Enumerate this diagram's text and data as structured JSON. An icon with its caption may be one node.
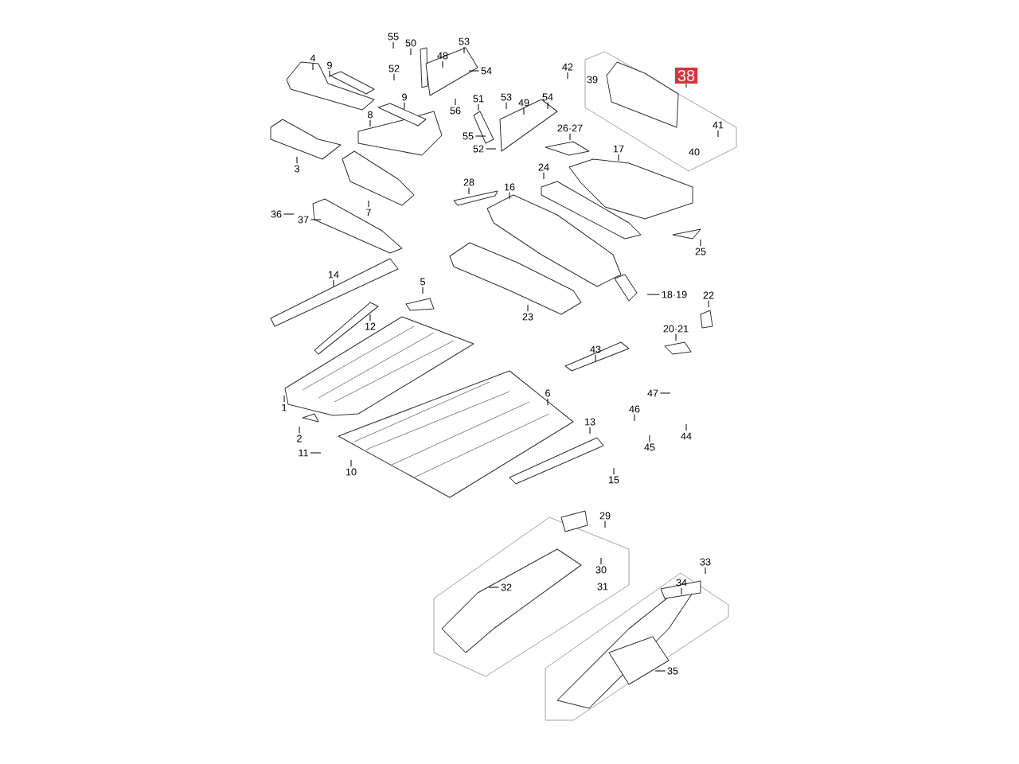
{
  "diagram": {
    "nodes": [
      {
        "text": [
          "55"
        ]
      },
      {
        "text": [
          "50"
        ]
      },
      {
        "text": [
          "53"
        ]
      },
      {
        "text": [
          "48"
        ]
      },
      {
        "text": [
          "4"
        ]
      },
      {
        "text": [
          "9"
        ]
      },
      {
        "text": [
          "42"
        ]
      },
      {
        "text": [
          "52"
        ]
      },
      {
        "text": [
          "54"
        ]
      },
      {
        "text": [
          "38"
        ]
      },
      {
        "text": [
          "9"
        ]
      },
      {
        "text": [
          "51"
        ]
      },
      {
        "text": [
          "53"
        ]
      },
      {
        "text": [
          "49"
        ]
      },
      {
        "text": [
          "54"
        ]
      },
      {
        "text": [
          "56"
        ]
      },
      {
        "text": [
          "8"
        ]
      },
      {
        "text": [
          "41"
        ]
      },
      {
        "text": [
          "26·27"
        ]
      },
      {
        "text": [
          "55"
        ]
      },
      {
        "text": [
          "52"
        ]
      },
      {
        "text": [
          "17"
        ]
      },
      {
        "text": [
          "3"
        ]
      },
      {
        "text": [
          "24"
        ]
      },
      {
        "text": [
          "28"
        ]
      },
      {
        "text": [
          "16"
        ]
      },
      {
        "text": [
          "7"
        ]
      },
      {
        "text": [
          "36"
        ]
      },
      {
        "text": [
          "37"
        ]
      },
      {
        "text": [
          "25"
        ]
      },
      {
        "text": [
          "14"
        ]
      },
      {
        "text": [
          "5"
        ]
      },
      {
        "text": [
          "18·19"
        ]
      },
      {
        "text": [
          "22"
        ]
      },
      {
        "text": [
          "23"
        ]
      },
      {
        "text": [
          "12"
        ]
      },
      {
        "text": [
          "20·21"
        ]
      },
      {
        "text": [
          "43"
        ]
      },
      {
        "text": [
          "47"
        ]
      },
      {
        "text": [
          "6"
        ]
      },
      {
        "text": [
          "1"
        ]
      },
      {
        "text": [
          "46"
        ]
      },
      {
        "text": [
          "13"
        ]
      },
      {
        "text": [
          "44"
        ]
      },
      {
        "text": [
          "2"
        ]
      },
      {
        "text": [
          "45"
        ]
      },
      {
        "text": [
          "11"
        ]
      },
      {
        "text": [
          "10"
        ]
      },
      {
        "text": [
          "15"
        ]
      },
      {
        "text": [
          "29"
        ]
      },
      {
        "text": [
          "33"
        ]
      },
      {
        "text": [
          "30"
        ]
      },
      {
        "text": [
          "34"
        ]
      },
      {
        "text": [
          "32"
        ]
      },
      {
        "text": [
          "35"
        ]
      }
    ],
    "edges": [
      {
        "from": 0,
        "to": null,
        "arrow": "none"
      },
      {
        "from": 1,
        "to": null,
        "arrow": "none"
      },
      {
        "from": 2,
        "to": null,
        "arrow": "none"
      },
      {
        "from": 3,
        "to": null,
        "arrow": "none"
      },
      {
        "from": 4,
        "to": null,
        "arrow": "none"
      },
      {
        "from": 5,
        "to": null,
        "arrow": "none"
      },
      {
        "from": 6,
        "to": null,
        "arrow": "none"
      },
      {
        "from": 7,
        "to": null,
        "arrow": "none"
      },
      {
        "from": 8,
        "to": null,
        "arrow": "none"
      },
      {
        "from": 9,
        "to": null,
        "arrow": "none"
      },
      {
        "from": 10,
        "to": null,
        "arrow": "none"
      },
      {
        "from": 11,
        "to": null,
        "arrow": "none"
      },
      {
        "from": 12,
        "to": null,
        "arrow": "none"
      },
      {
        "from": 13,
        "to": null,
        "arrow": "none"
      },
      {
        "from": 14,
        "to": null,
        "arrow": "none"
      },
      {
        "from": 15,
        "to": null,
        "arrow": "none"
      },
      {
        "from": 16,
        "to": null,
        "arrow": "none"
      },
      {
        "from": 17,
        "to": null,
        "arrow": "none"
      },
      {
        "from": 18,
        "to": null,
        "arrow": "none"
      },
      {
        "from": 19,
        "to": null,
        "arrow": "none"
      },
      {
        "from": 20,
        "to": null,
        "arrow": "none"
      },
      {
        "from": 21,
        "to": null,
        "arrow": "none"
      },
      {
        "from": 22,
        "to": null,
        "arrow": "none"
      },
      {
        "from": 23,
        "to": null,
        "arrow": "none"
      },
      {
        "from": 24,
        "to": null,
        "arrow": "none"
      },
      {
        "from": 25,
        "to": null,
        "arrow": "none"
      },
      {
        "from": 26,
        "to": null,
        "arrow": "none"
      },
      {
        "from": 27,
        "to": null,
        "arrow": "none"
      },
      {
        "from": 28,
        "to": null,
        "arrow": "none"
      },
      {
        "from": 29,
        "to": null,
        "arrow": "none"
      },
      {
        "from": 30,
        "to": null,
        "arrow": "none"
      },
      {
        "from": 31,
        "to": null,
        "arrow": "none"
      },
      {
        "from": 32,
        "to": null,
        "arrow": "none"
      },
      {
        "from": 33,
        "to": null,
        "arrow": "none"
      },
      {
        "from": 34,
        "to": null,
        "arrow": "none"
      },
      {
        "from": 35,
        "to": null,
        "arrow": "none"
      },
      {
        "from": 36,
        "to": null,
        "arrow": "none"
      },
      {
        "from": 37,
        "to": null,
        "arrow": "none"
      },
      {
        "from": 38,
        "to": null,
        "arrow": "none"
      },
      {
        "from": 39,
        "to": null,
        "arrow": "none"
      },
      {
        "from": 40,
        "to": null,
        "arrow": "none"
      },
      {
        "from": 41,
        "to": null,
        "arrow": "none"
      },
      {
        "from": 42,
        "to": null,
        "arrow": "none"
      },
      {
        "from": 43,
        "to": null,
        "arrow": "none"
      },
      {
        "from": 44,
        "to": null,
        "arrow": "none"
      },
      {
        "from": 45,
        "to": null,
        "arrow": "none"
      },
      {
        "from": 46,
        "to": null,
        "arrow": "none"
      },
      {
        "from": 47,
        "to": null,
        "arrow": "none"
      },
      {
        "from": 48,
        "to": null,
        "arrow": "none"
      },
      {
        "from": 49,
        "to": null,
        "arrow": "none"
      },
      {
        "from": 50,
        "to": null,
        "arrow": "none"
      },
      {
        "from": 51,
        "to": null,
        "arrow": "none"
      },
      {
        "from": 52,
        "to": null,
        "arrow": "none"
      },
      {
        "from": 53,
        "to": null,
        "arrow": "none"
      },
      {
        "from": 54,
        "to": null,
        "arrow": "none"
      }
    ],
    "labels": [
      "39",
      "40",
      "31"
    ]
  }
}
